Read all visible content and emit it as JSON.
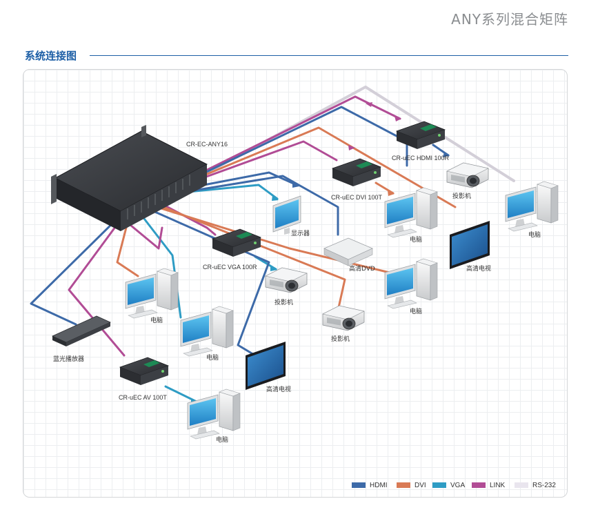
{
  "brand": "ANY系列混合矩阵",
  "section_title": "系统连接图",
  "devices": {
    "matrix": "CR-EC-ANY16",
    "hdmi_receiver": "CR-uEC HDMI 100R",
    "dvi_transmitter": "CR-uEC DVI 100T",
    "vga_receiver": "CR-uEC VGA 100R",
    "av_transmitter": "CR-uEC AV 100T",
    "projector_1": "投影机",
    "projector_2": "投影机",
    "projector_3": "投影机",
    "pc_top_right": "电脑",
    "pc_dvi": "电脑",
    "pc_mid_right": "电脑",
    "pc_left_1": "电脑",
    "pc_left_2": "电脑",
    "pc_av": "电脑",
    "monitor": "显示器",
    "dvd": "高清DVD",
    "hdtv_right": "高清电视",
    "hdtv_center": "高清电视",
    "bluray": "蓝光播放器"
  },
  "legend": [
    {
      "label": "HDMI",
      "color": "#3d6aa8"
    },
    {
      "label": "DVI",
      "color": "#d97a55"
    },
    {
      "label": "VGA",
      "color": "#2e9cc4"
    },
    {
      "label": "LINK",
      "color": "#b14c95"
    },
    {
      "label": "RS-232",
      "color": "#e9e5ee"
    }
  ],
  "colors": {
    "hdmi": "#3d6aa8",
    "dvi": "#d97a55",
    "vga": "#2e9cc4",
    "link": "#b14c95",
    "rs232": "#d9d4df",
    "title_blue": "#1d5fa6"
  }
}
